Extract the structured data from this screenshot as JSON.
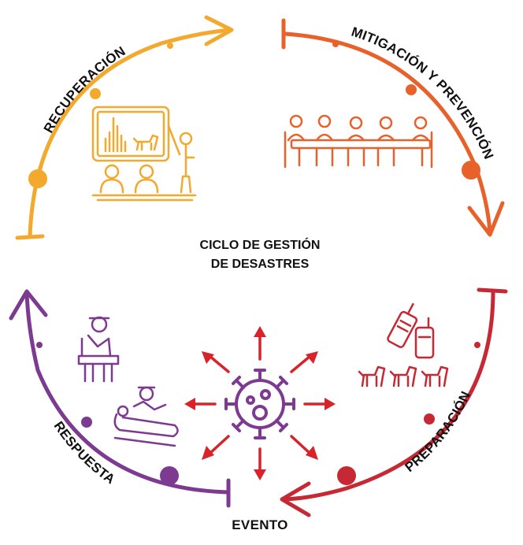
{
  "center_title": {
    "line1": "CICLO DE GESTIÓN",
    "line2": "DE DESASTRES"
  },
  "phases": [
    {
      "key": "recuperacion",
      "label": "RECUPERACIÓN",
      "color": "#F2A92D",
      "icon": "presentation-dog-training-icon"
    },
    {
      "key": "mitigacion",
      "label": "MITIGACIÓN Y PREVENCIÓN",
      "color": "#E8612A",
      "icon": "meeting-table-icon"
    },
    {
      "key": "preparacion",
      "label": "PREPARACIÓN",
      "color": "#C62834",
      "icon": "radio-dogs-icon"
    },
    {
      "key": "evento",
      "label": "EVENTO",
      "color": "#D8232A",
      "icon": "virus-outbreak-icon"
    },
    {
      "key": "respuesta",
      "label": "RESPUESTA",
      "color": "#7C3A91",
      "icon": "veterinary-care-icon"
    }
  ]
}
